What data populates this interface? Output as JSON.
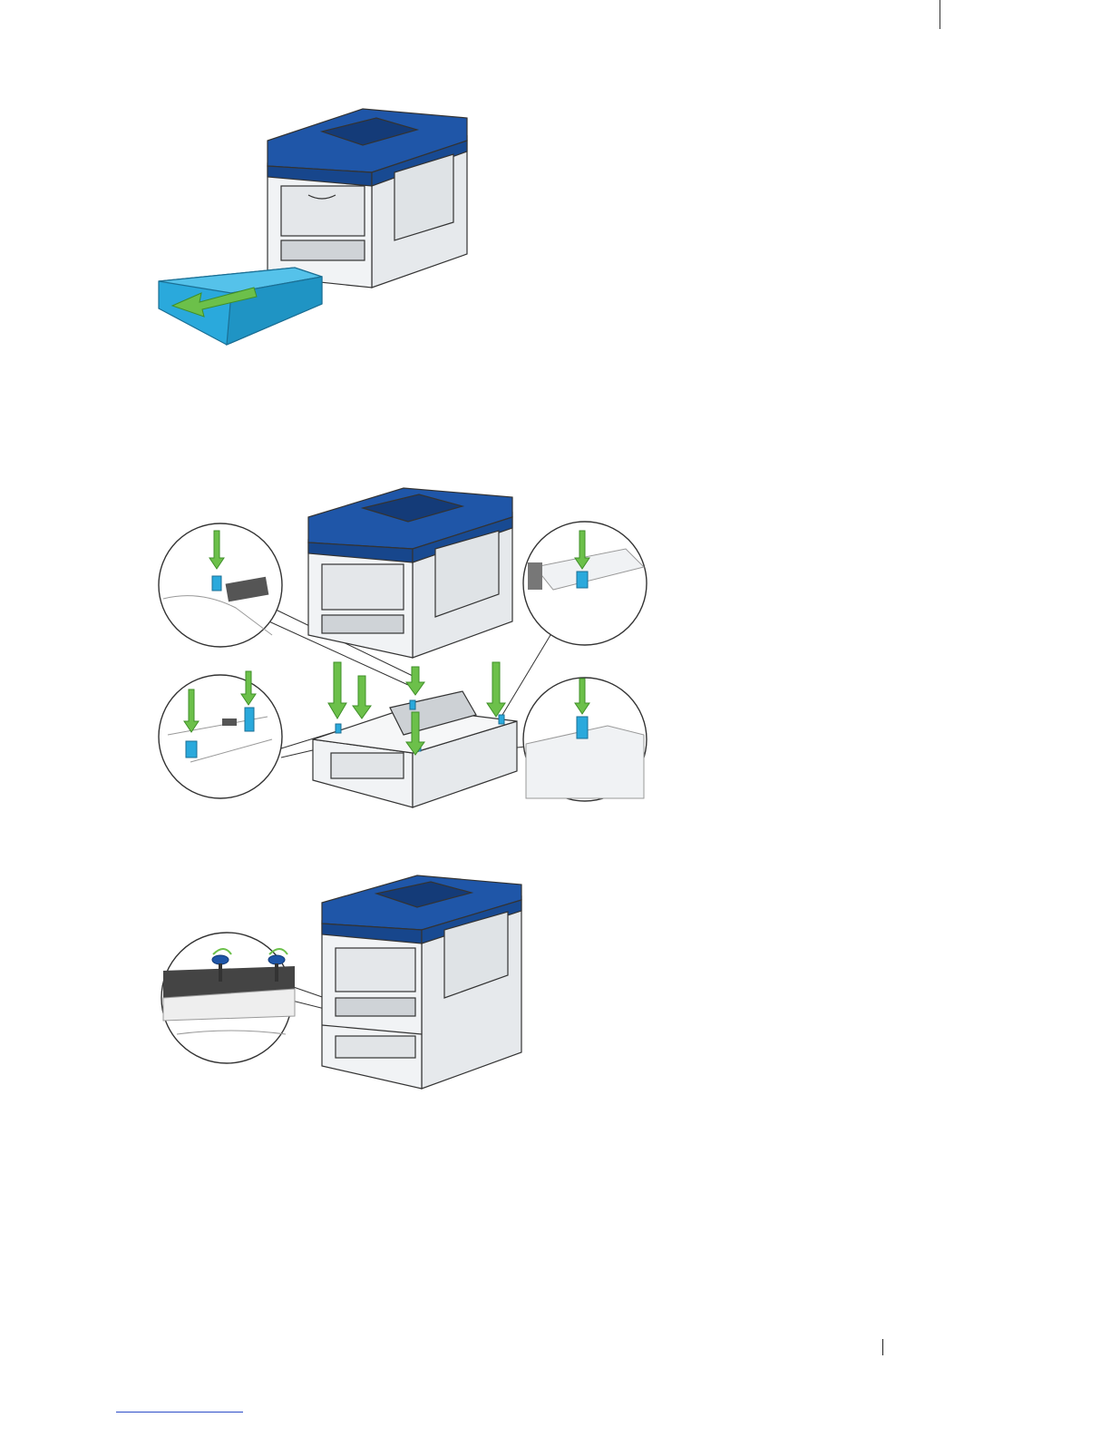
{
  "page": {
    "figures": [
      {
        "id": "fig1",
        "icon": "printer-tray-removal-illustration"
      },
      {
        "id": "fig2",
        "icon": "printer-feeder-alignment-illustration"
      },
      {
        "id": "fig3",
        "icon": "printer-feeder-screws-illustration"
      }
    ]
  },
  "colors": {
    "printer_top": "#1f56a8",
    "printer_body": "#eceff2",
    "tray": "#2aa9dc",
    "arrow": "#6cc04a",
    "outline": "#333333",
    "footer_link": "#2b4cc7"
  }
}
